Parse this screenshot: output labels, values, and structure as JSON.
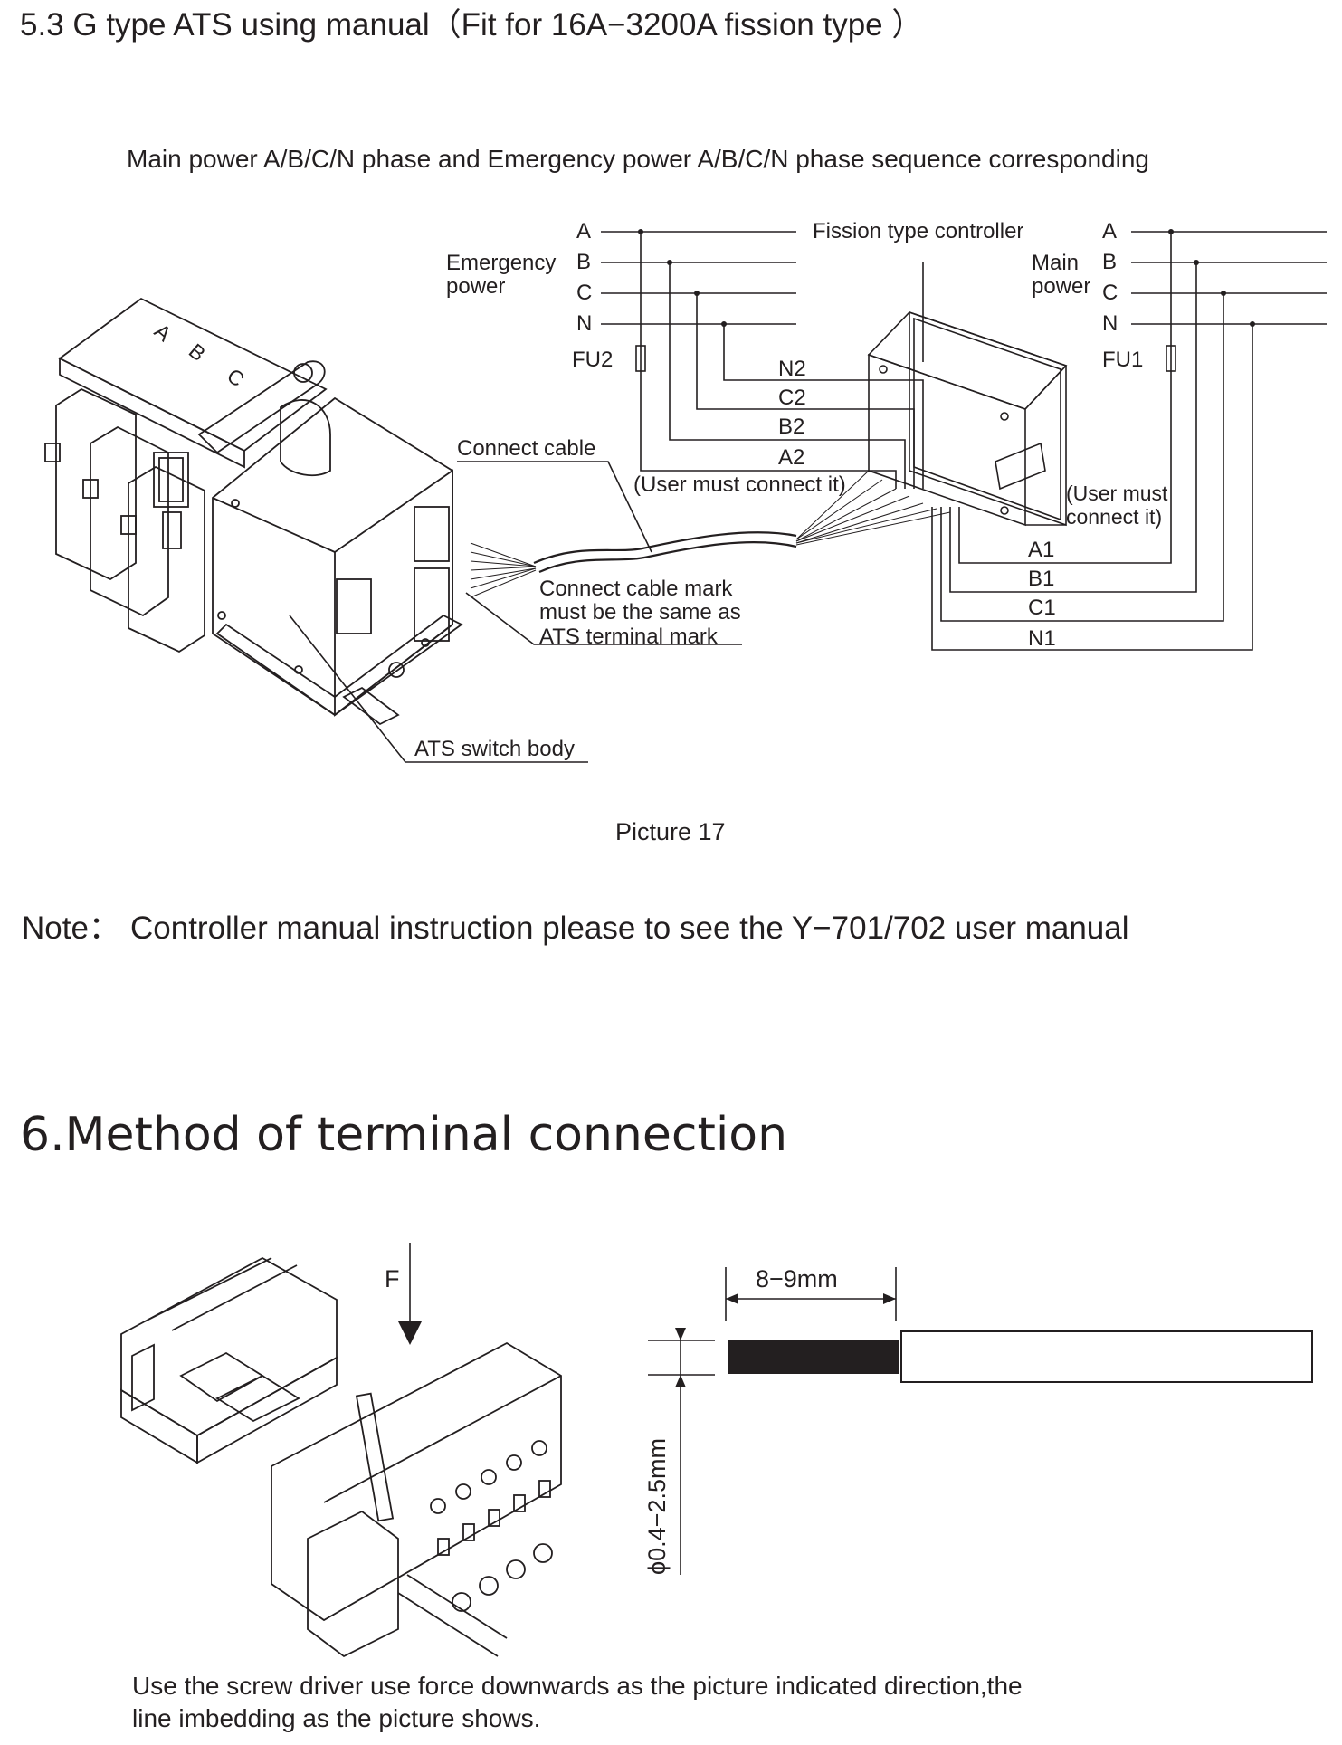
{
  "section_5_3": {
    "title": "5.3 G type ATS using manual（Fit for 16A−3200A fission type ）",
    "subtitle": "Main power A/B/C/N phase and Emergency power A/B/C/N phase sequence corresponding",
    "emergency_label": "Emergency\npower",
    "emergency_phases": [
      "A",
      "B",
      "C",
      "N"
    ],
    "main_label": "Main\npower",
    "main_phases": [
      "A",
      "B",
      "C",
      "N"
    ],
    "controller_label": "Fission type controller",
    "fu2": "FU2",
    "fu1": "FU1",
    "emergency_terminals": [
      "N2",
      "C2",
      "B2",
      "A2"
    ],
    "main_terminals": [
      "A1",
      "B1",
      "C1",
      "N1"
    ],
    "user_connect_left": "(User must connect it)",
    "user_connect_right": "(User must\nconnect it)",
    "connect_cable": "Connect cable",
    "cable_mark_note": "Connect cable mark\nmust be the same as\nATS terminal mark",
    "ats_body": "ATS switch body",
    "caption": "Picture 17",
    "switch_pole_letters": [
      "A",
      "B",
      "C"
    ]
  },
  "note": {
    "label": "Note：",
    "text": "Controller manual instruction please to see the Y−701/702 user manual"
  },
  "section_6": {
    "title": "6.Method of terminal connection",
    "force_label": "F",
    "strip_length": "8−9mm",
    "wire_diameter": "ϕ0.4−2.5mm",
    "instruction": "Use the screw driver use force downwards as the picture indicated direction,the\nline imbedding as the picture shows."
  }
}
